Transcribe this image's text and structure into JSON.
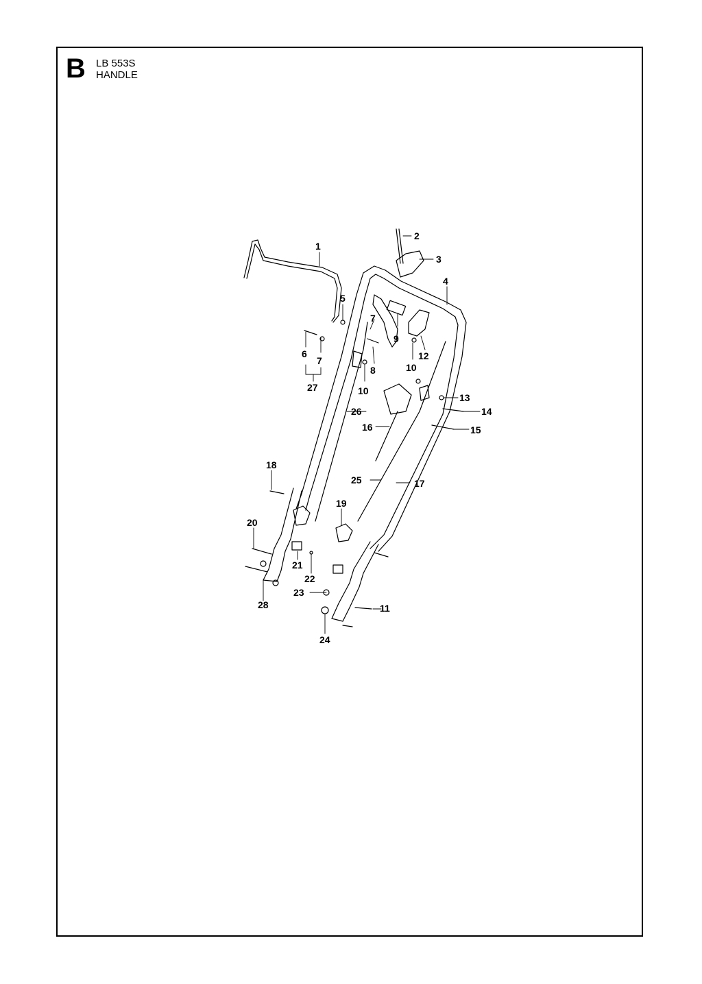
{
  "header": {
    "section_letter": "B",
    "model": "LB 553S",
    "title": "HANDLE"
  },
  "diagram": {
    "callouts": [
      {
        "id": "c1",
        "label": "1"
      },
      {
        "id": "c2",
        "label": "2"
      },
      {
        "id": "c3",
        "label": "3"
      },
      {
        "id": "c4",
        "label": "4"
      },
      {
        "id": "c5",
        "label": "5"
      },
      {
        "id": "c6",
        "label": "6"
      },
      {
        "id": "c7a",
        "label": "7"
      },
      {
        "id": "c7b",
        "label": "7"
      },
      {
        "id": "c8",
        "label": "8"
      },
      {
        "id": "c9",
        "label": "9"
      },
      {
        "id": "c10a",
        "label": "10"
      },
      {
        "id": "c10b",
        "label": "10"
      },
      {
        "id": "c11",
        "label": "11"
      },
      {
        "id": "c12",
        "label": "12"
      },
      {
        "id": "c13",
        "label": "13"
      },
      {
        "id": "c14",
        "label": "14"
      },
      {
        "id": "c15",
        "label": "15"
      },
      {
        "id": "c16",
        "label": "16"
      },
      {
        "id": "c17",
        "label": "17"
      },
      {
        "id": "c18",
        "label": "18"
      },
      {
        "id": "c19",
        "label": "19"
      },
      {
        "id": "c20",
        "label": "20"
      },
      {
        "id": "c21",
        "label": "21"
      },
      {
        "id": "c22",
        "label": "22"
      },
      {
        "id": "c23",
        "label": "23"
      },
      {
        "id": "c24",
        "label": "24"
      },
      {
        "id": "c25",
        "label": "25"
      },
      {
        "id": "c26",
        "label": "26"
      },
      {
        "id": "c27",
        "label": "27"
      },
      {
        "id": "c28",
        "label": "28"
      }
    ]
  }
}
